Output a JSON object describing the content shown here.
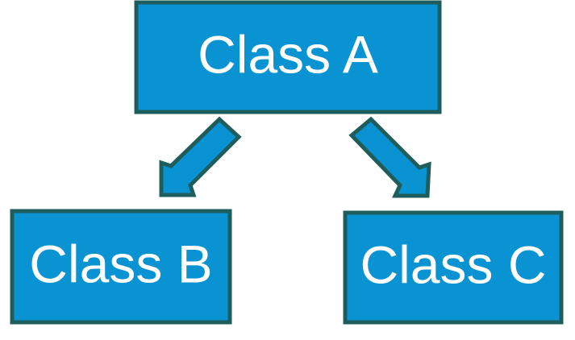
{
  "diagram": {
    "nodes": [
      {
        "id": "A",
        "label": "Class A"
      },
      {
        "id": "B",
        "label": "Class B"
      },
      {
        "id": "C",
        "label": "Class C"
      }
    ],
    "edges": [
      {
        "from": "A",
        "to": "B"
      },
      {
        "from": "A",
        "to": "C"
      }
    ],
    "colors": {
      "fill": "#0a93d2",
      "stroke": "#1f5d5d",
      "text": "#ffffff"
    }
  }
}
